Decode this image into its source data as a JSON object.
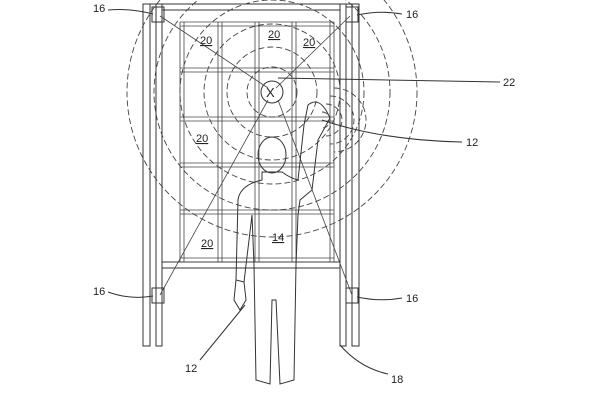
{
  "figure": {
    "labels": {
      "sensor": "16",
      "bin": "20",
      "target_location": "22",
      "tag": "12",
      "user": "14",
      "shelving": "18",
      "target_mark": "X"
    }
  }
}
